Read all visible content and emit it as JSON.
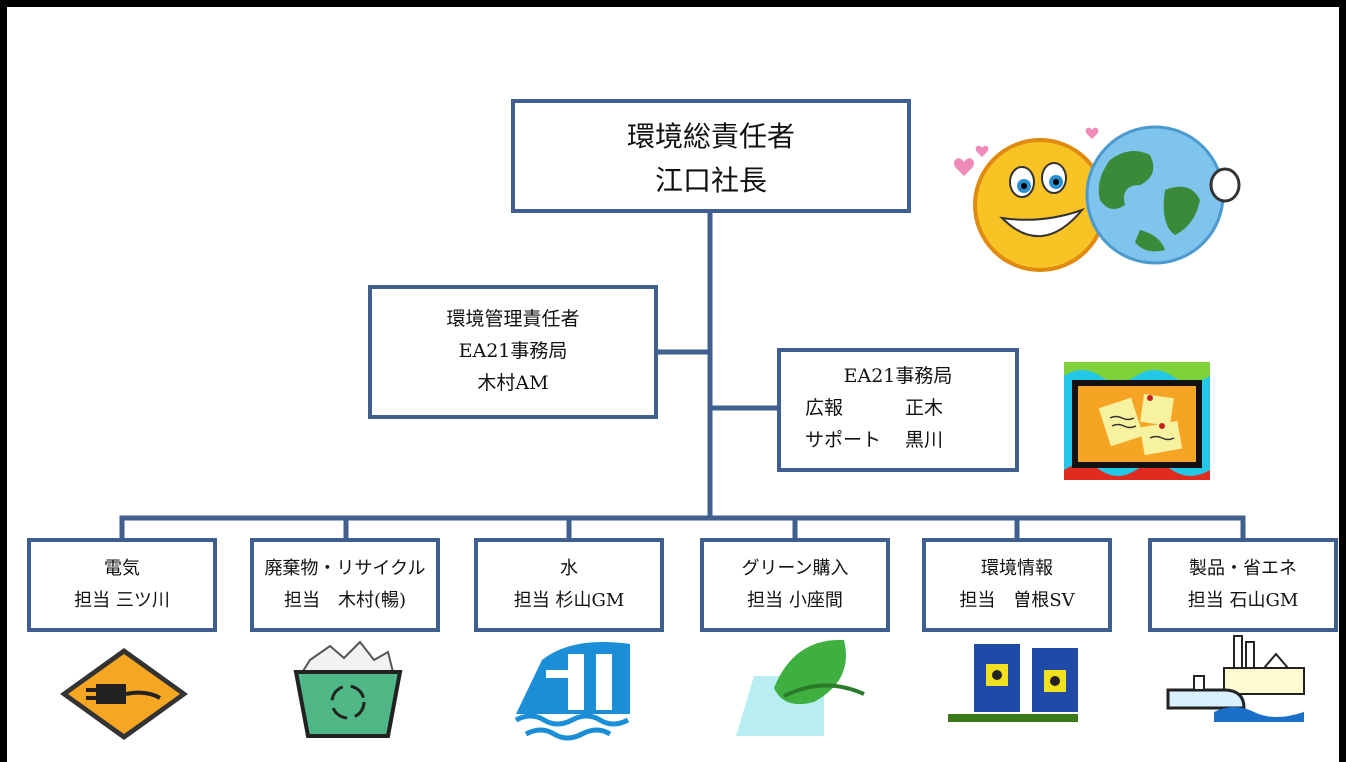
{
  "top": {
    "title": "環境総責任者",
    "name": "江口社長"
  },
  "manager": {
    "title": "環境管理責任者",
    "office": "EA21事務局",
    "name": "木村AM"
  },
  "secretariat": {
    "title": "EA21事務局",
    "rows": [
      {
        "role": "広報",
        "name": "正木"
      },
      {
        "role": "サポート",
        "name": "黒川"
      }
    ]
  },
  "departments": [
    {
      "title": "電気",
      "person": "担当 三ツ川",
      "icon": "electric-plug-icon"
    },
    {
      "title": "廃棄物・リサイクル",
      "person": "担当　木村(暢)",
      "icon": "recycle-bin-icon"
    },
    {
      "title": "水",
      "person": "担当 杉山GM",
      "icon": "water-tap-icon"
    },
    {
      "title": "グリーン購入",
      "person": "担当 小座間",
      "icon": "green-leaf-icon"
    },
    {
      "title": "環境情報",
      "person": "担当　曽根SV",
      "icon": "hazard-barrels-icon"
    },
    {
      "title": "製品・省エネ",
      "person": "担当 石山GM",
      "icon": "factory-pipe-icon"
    }
  ],
  "decor": [
    "smiley-globe-icon",
    "bulletin-board-icon"
  ],
  "colors": {
    "box_border": "#3f5f8f",
    "line": "#3f5f8f",
    "frame": "#000000"
  }
}
